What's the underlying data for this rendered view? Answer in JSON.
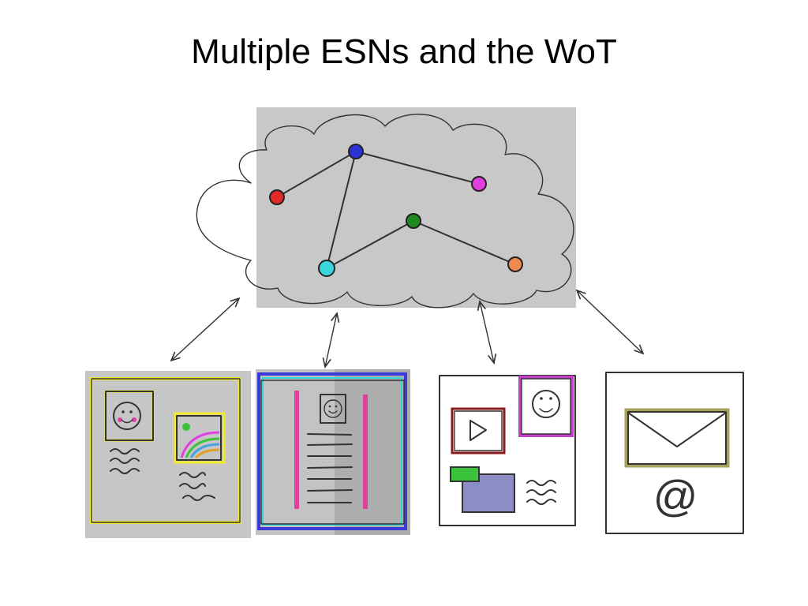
{
  "slide": {
    "title": "Multiple ESNs and the WoT"
  },
  "cloud": {
    "nodes": [
      {
        "name": "blue-node",
        "color": "#2b33d6"
      },
      {
        "name": "red-node",
        "color": "#e12b2b"
      },
      {
        "name": "magenta-node",
        "color": "#e23fe0"
      },
      {
        "name": "green-node",
        "color": "#1f8a1f"
      },
      {
        "name": "cyan-node",
        "color": "#39d6dc"
      },
      {
        "name": "orange-node",
        "color": "#ef8a4e"
      }
    ]
  },
  "panels": {
    "social": {
      "accent": "#f2ea2a",
      "image_icon": "rainbow-image-icon",
      "avatar_icon": "smiley-face-icon"
    },
    "profile": {
      "border_color": "#3a3ad8",
      "side_bar_color": "#e0409a",
      "frame_color": "#2bd5d8",
      "avatar_icon": "smiley-face-icon"
    },
    "media": {
      "video_frame_color": "#8b1a1a",
      "avatar_frame_color": "#c040c8",
      "tag_color": "#3bc43b",
      "photo_color": "#8c8cc6",
      "video_icon": "play-icon"
    },
    "mail": {
      "envelope_color": "#a8a25c",
      "envelope_icon": "envelope-icon",
      "at_icon": "at-sign-icon",
      "at_symbol": "@"
    }
  }
}
